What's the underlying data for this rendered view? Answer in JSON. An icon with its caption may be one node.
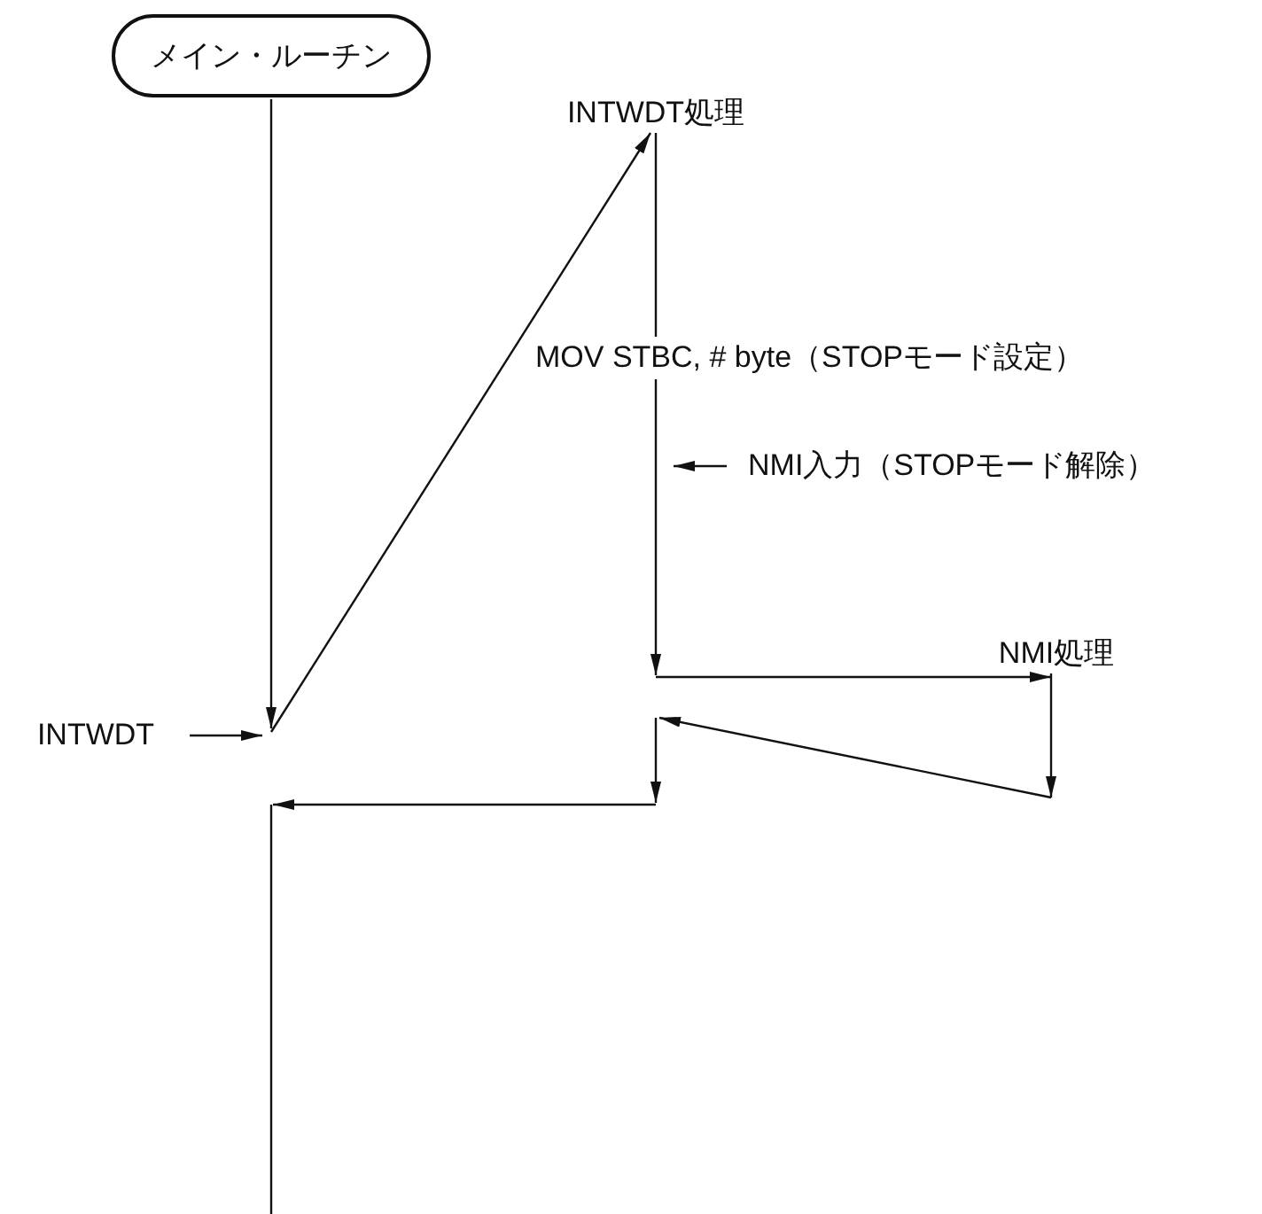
{
  "diagram": {
    "nodes": [
      {
        "text": [
          "メイン・ルーチン"
        ]
      },
      {
        "text": [
          "INTWDT処理"
        ]
      },
      {
        "text": [
          "NMI処理"
        ]
      },
      {
        "text": [
          "INTWDT"
        ]
      },
      {
        "text": [
          "NMI入力（STOPモード解除）"
        ]
      }
    ],
    "edges": [
      {
        "from": 0,
        "to": null,
        "arrow": "to"
      },
      {
        "from": null,
        "to": 1,
        "arrow": "to"
      },
      {
        "from": 1,
        "to": null,
        "arrow": "to",
        "label": "MOV STBC, # byte（STOPモード設定）"
      },
      {
        "from": null,
        "to": 2,
        "arrow": "to"
      },
      {
        "from": 2,
        "to": null,
        "arrow": "to"
      },
      {
        "from": 3,
        "to": null,
        "arrow": "to"
      },
      {
        "from": 4,
        "to": null,
        "arrow": "to"
      }
    ]
  }
}
